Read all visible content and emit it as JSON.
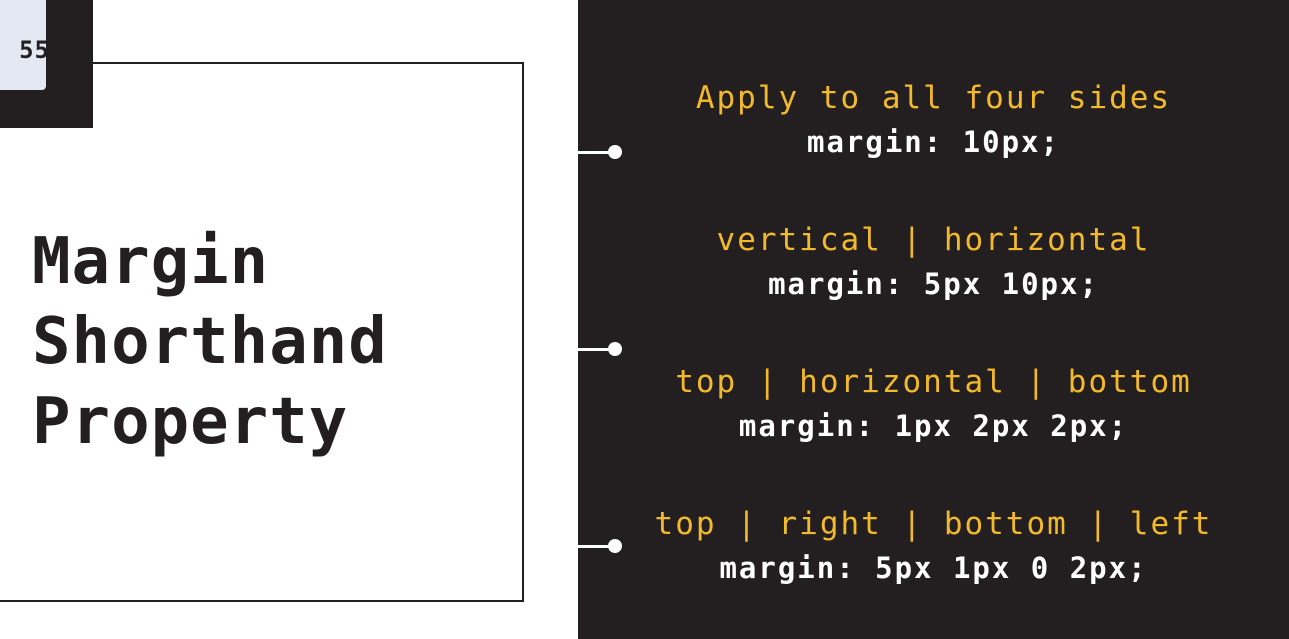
{
  "badge": {
    "text": "55"
  },
  "title": {
    "line1": "Margin",
    "line2": "Shorthand",
    "line3": "Property"
  },
  "rules": [
    {
      "label": "Apply to all four sides",
      "code": "margin: 10px;"
    },
    {
      "label": "vertical | horizontal",
      "code": "margin: 5px 10px;"
    },
    {
      "label": "top | horizontal | bottom",
      "code": "margin: 1px 2px 2px;"
    },
    {
      "label": "top | right | bottom | left",
      "code": "margin: 5px 1px 0 2px;"
    }
  ],
  "colors": {
    "dark": "#231f20",
    "accent": "#f2b92a",
    "badge_bg": "#e4e8f3",
    "light": "#ffffff"
  }
}
